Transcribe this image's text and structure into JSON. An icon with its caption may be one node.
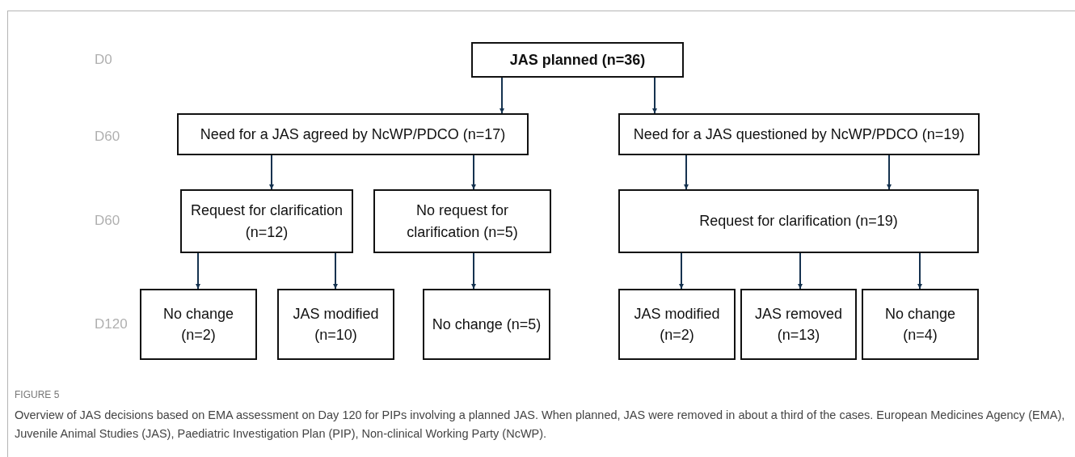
{
  "diagram": {
    "title": "FIGURE 5",
    "caption": "Overview of JAS decisions based on EMA assessment on Day 120 for PIPs involving a planned JAS. When planned, JAS were removed in about a third of the cases. European Medicines Agency (EMA), Juvenile Animal Studies (JAS), Paediatric Investigation Plan (PIP), Non-clinical Working Party (NcWP).",
    "nodes": [
      {
        "text": [
          "JAS planned (n=36)"
        ]
      },
      {
        "text": [
          "Need for a JAS agreed by NcWP/PDCO (n=17)"
        ]
      },
      {
        "text": [
          "Need for a JAS questioned by NcWP/PDCO (n=19)"
        ]
      },
      {
        "text": [
          "Request for clarification (n=12)"
        ]
      },
      {
        "text": [
          "No request for clarification (n=5)"
        ]
      },
      {
        "text": [
          "Request for clarification (n=19)"
        ]
      },
      {
        "text": [
          "No change (n=2)"
        ]
      },
      {
        "text": [
          "JAS modified (n=10)"
        ]
      },
      {
        "text": [
          "No change (n=5)"
        ]
      },
      {
        "text": [
          "JAS modified (n=2)"
        ]
      },
      {
        "text": [
          "JAS removed (n=13)"
        ]
      },
      {
        "text": [
          "No change (n=4)"
        ]
      }
    ],
    "edges": [
      {
        "from": 0,
        "to": 1,
        "arrow": "to"
      },
      {
        "from": 0,
        "to": 2,
        "arrow": "to"
      },
      {
        "from": 1,
        "to": 3,
        "arrow": "to"
      },
      {
        "from": 1,
        "to": 4,
        "arrow": "to"
      },
      {
        "from": 2,
        "to": 5,
        "arrow": "to"
      },
      {
        "from": 2,
        "to": 5,
        "arrow": "to"
      },
      {
        "from": 3,
        "to": 6,
        "arrow": "to"
      },
      {
        "from": 3,
        "to": 7,
        "arrow": "to"
      },
      {
        "from": 4,
        "to": 8,
        "arrow": "to"
      },
      {
        "from": 5,
        "to": 9,
        "arrow": "to"
      },
      {
        "from": 5,
        "to": 10,
        "arrow": "to"
      },
      {
        "from": 5,
        "to": 11,
        "arrow": "to"
      }
    ],
    "labels": [
      "D0",
      "D60",
      "D60",
      "D120"
    ]
  }
}
